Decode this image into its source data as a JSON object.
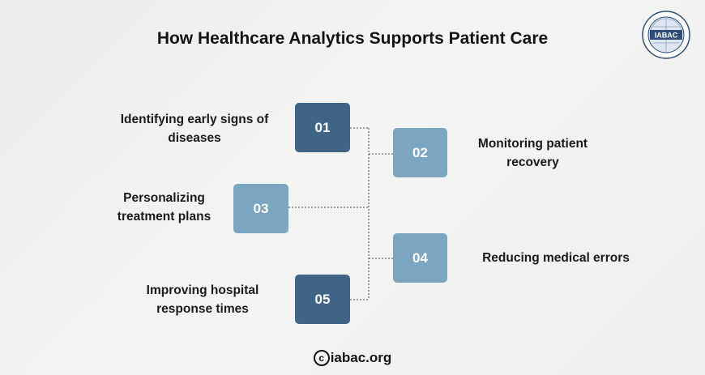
{
  "title": "How Healthcare Analytics Supports Patient Care",
  "logo": {
    "text": "IABAC",
    "icon": "iabac-seal-logo"
  },
  "steps": [
    {
      "number": "01",
      "label": "Identifying early signs of diseases",
      "shade": "dark"
    },
    {
      "number": "02",
      "label": "Monitoring patient recovery",
      "shade": "light"
    },
    {
      "number": "03",
      "label": "Personalizing treatment plans",
      "shade": "light"
    },
    {
      "number": "04",
      "label": "Reducing medical errors",
      "shade": "light"
    },
    {
      "number": "05",
      "label": "Improving hospital response times",
      "shade": "dark"
    }
  ],
  "footer": {
    "symbol": "c",
    "text": "iabac.org"
  },
  "colors": {
    "dark_box": "#3e6585",
    "light_box": "#7ba6c1",
    "connector": "#4a4a4a"
  }
}
